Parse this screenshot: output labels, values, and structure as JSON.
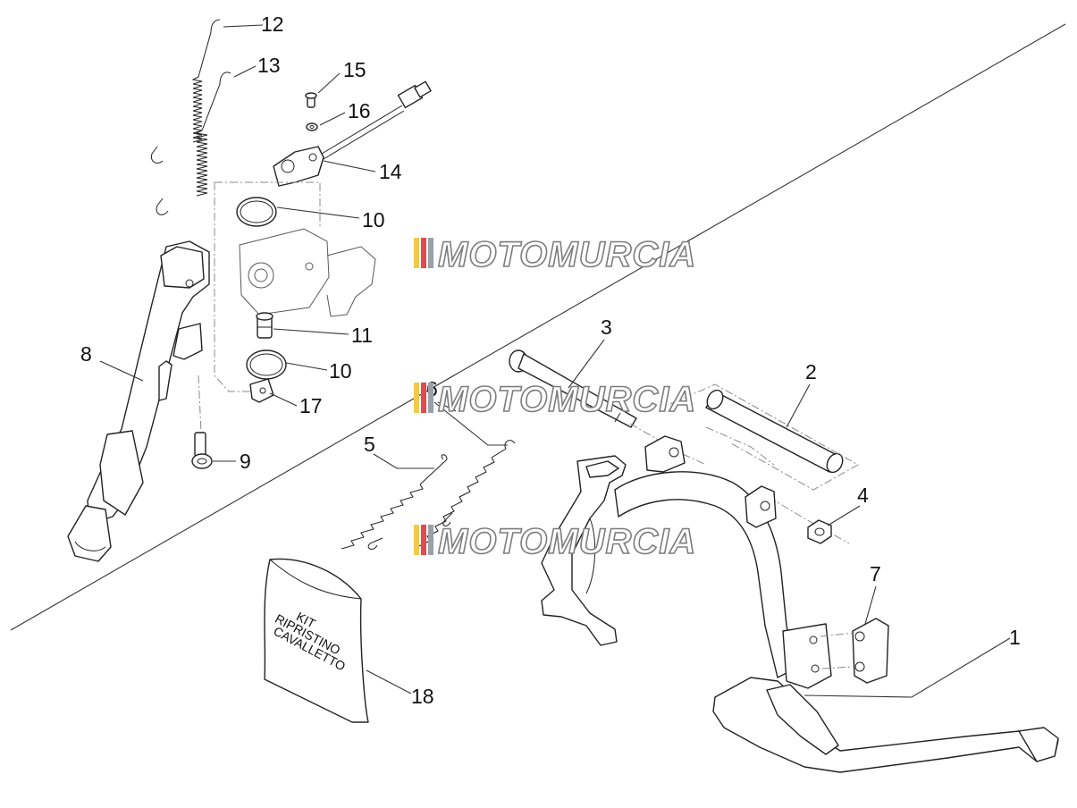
{
  "callouts": {
    "c1": "1",
    "c2": "2",
    "c3": "3",
    "c4": "4",
    "c5": "5",
    "c6": "6",
    "c7": "7",
    "c8": "8",
    "c9": "9",
    "c10a": "10",
    "c10b": "10",
    "c11": "11",
    "c12": "12",
    "c13": "13",
    "c14": "14",
    "c15": "15",
    "c16": "16",
    "c17": "17",
    "c18": "18"
  },
  "kit_label": {
    "line1": "KIT",
    "line2": "RIPRISTINO",
    "line3": "CAVALLETTO"
  },
  "watermark": {
    "text": "MOTOMURCIA",
    "colors": [
      "#f2c94c",
      "#e5484d",
      "#9aa0a6"
    ]
  }
}
